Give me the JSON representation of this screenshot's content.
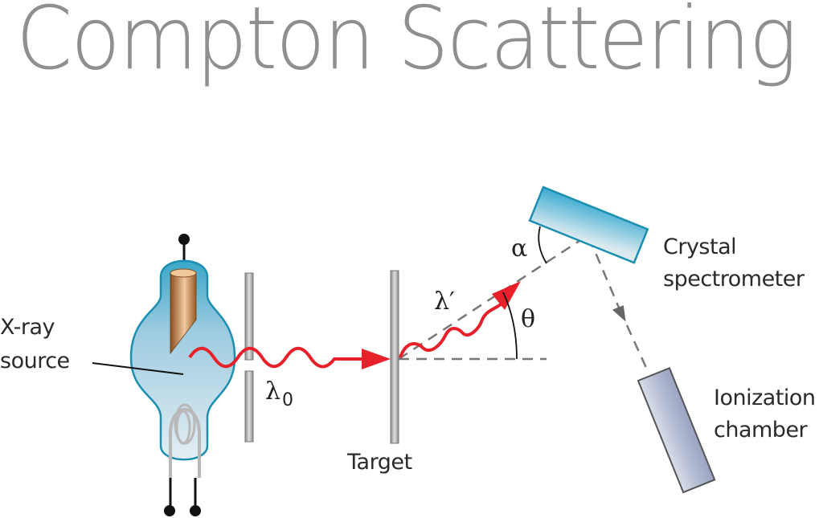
{
  "title": "Compton Scattering",
  "labels": {
    "xray_source_line1": "X-ray",
    "xray_source_line2": "source",
    "target": "Target",
    "crystal_line1": "Crystal",
    "crystal_line2": "spectrometer",
    "ionization_line1": "Ionization",
    "ionization_line2": "chamber",
    "lambda0_symbol": "λ",
    "lambda0_subscript": "0",
    "lambda_prime": "λ′",
    "theta": "θ",
    "alpha": "α"
  },
  "colors": {
    "title": "#8f8f8f",
    "photon": "#e8202a",
    "tube_fill": "#bcd8e6",
    "tube_stroke": "#1b8fb0",
    "anode": "#b87333",
    "crystal_fill": "#7cc3dc",
    "chamber_fill": "#b8c0d8",
    "dashed": "#777777"
  }
}
